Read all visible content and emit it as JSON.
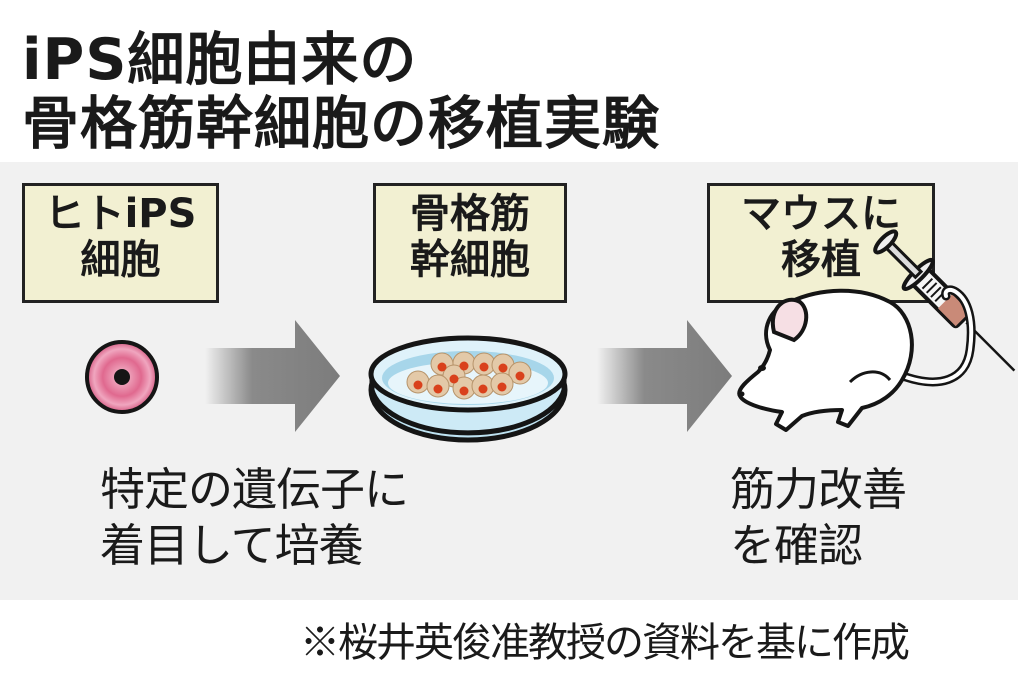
{
  "title": {
    "line1": "iPS細胞由来の",
    "line2": "骨格筋幹細胞の移植実験"
  },
  "steps": [
    {
      "label_line1": "ヒトiPS",
      "label_line2": "細胞",
      "icon": "ips-cell-icon"
    },
    {
      "label_line1": "骨格筋",
      "label_line2": "幹細胞",
      "icon": "petri-dish-icon"
    },
    {
      "label_line1": "マウスに",
      "label_line2": "移植",
      "icon": "mouse-syringe-icon"
    }
  ],
  "notes": [
    {
      "line1": "特定の遺伝子に",
      "line2": "着目して培養"
    },
    {
      "line1": "筋力改善",
      "line2": "を確認"
    }
  ],
  "source": "※桜井英俊准教授の資料を基に作成",
  "colors": {
    "panel": "#f1f1f1",
    "label_fill": "#f2f0d2",
    "arrow": "#7f7f7f",
    "cell_pink": "#e0698f",
    "dish_blue": "#bfe3f2",
    "cell_orange": "#d9411c",
    "syringe_liquid": "#c98a78"
  }
}
